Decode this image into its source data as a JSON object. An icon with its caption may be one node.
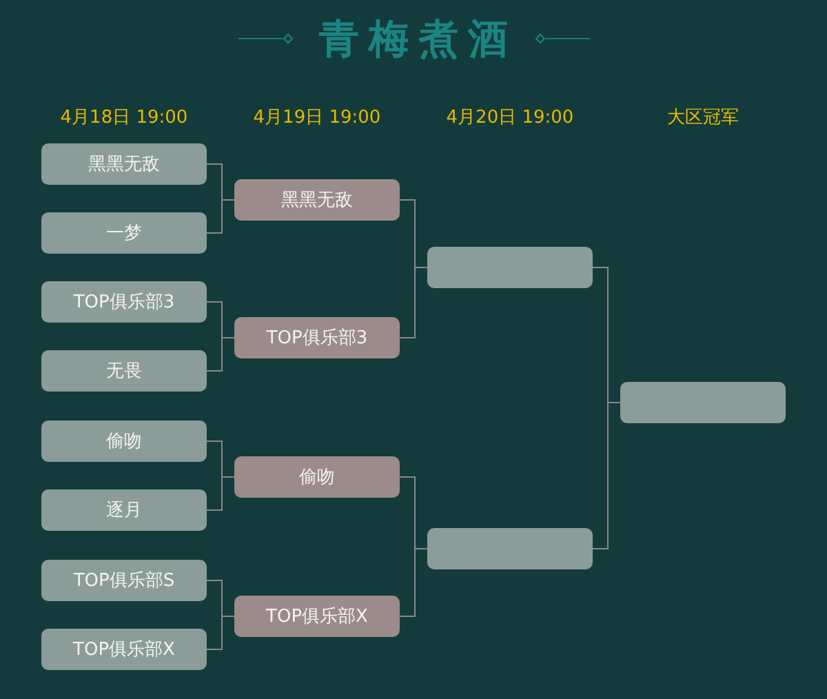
{
  "diagram": {
    "title": "青梅煮酒",
    "nodes": [
      {
        "text": [
          "黑黑无敌"
        ]
      },
      {
        "text": [
          "一梦"
        ]
      },
      {
        "text": [
          "TOP俱乐部3"
        ]
      },
      {
        "text": [
          "无畏"
        ]
      },
      {
        "text": [
          "偷吻"
        ]
      },
      {
        "text": [
          "逐月"
        ]
      },
      {
        "text": [
          "TOP俱乐部S"
        ]
      },
      {
        "text": [
          "TOP俱乐部X"
        ]
      },
      {
        "text": [
          "黑黑无敌"
        ]
      },
      {
        "text": [
          "TOP俱乐部3"
        ]
      },
      {
        "text": [
          "偷吻"
        ]
      },
      {
        "text": [
          "TOP俱乐部X"
        ]
      },
      {
        "text": [],
        "shape": "box"
      },
      {
        "text": [],
        "shape": "box"
      },
      {
        "text": [],
        "shape": "box"
      }
    ],
    "edges": [
      {
        "from": 0,
        "to": 8,
        "arrow": "none"
      },
      {
        "from": 1,
        "to": 8,
        "arrow": "none"
      },
      {
        "from": 2,
        "to": 9,
        "arrow": "none"
      },
      {
        "from": 3,
        "to": 9,
        "arrow": "none"
      },
      {
        "from": 4,
        "to": 10,
        "arrow": "none"
      },
      {
        "from": 5,
        "to": 10,
        "arrow": "none"
      },
      {
        "from": 6,
        "to": 11,
        "arrow": "none"
      },
      {
        "from": 7,
        "to": 11,
        "arrow": "none"
      },
      {
        "from": 8,
        "to": 12,
        "arrow": "none"
      },
      {
        "from": 9,
        "to": 12,
        "arrow": "none"
      },
      {
        "from": 10,
        "to": 13,
        "arrow": "none"
      },
      {
        "from": 11,
        "to": 13,
        "arrow": "none"
      },
      {
        "from": 12,
        "to": 14,
        "arrow": "none"
      },
      {
        "from": 13,
        "to": 14,
        "arrow": "none"
      }
    ],
    "labels": [
      "4月18日 19:00",
      "4月19日 19:00",
      "4月20日 19:00",
      "大区冠军"
    ]
  }
}
